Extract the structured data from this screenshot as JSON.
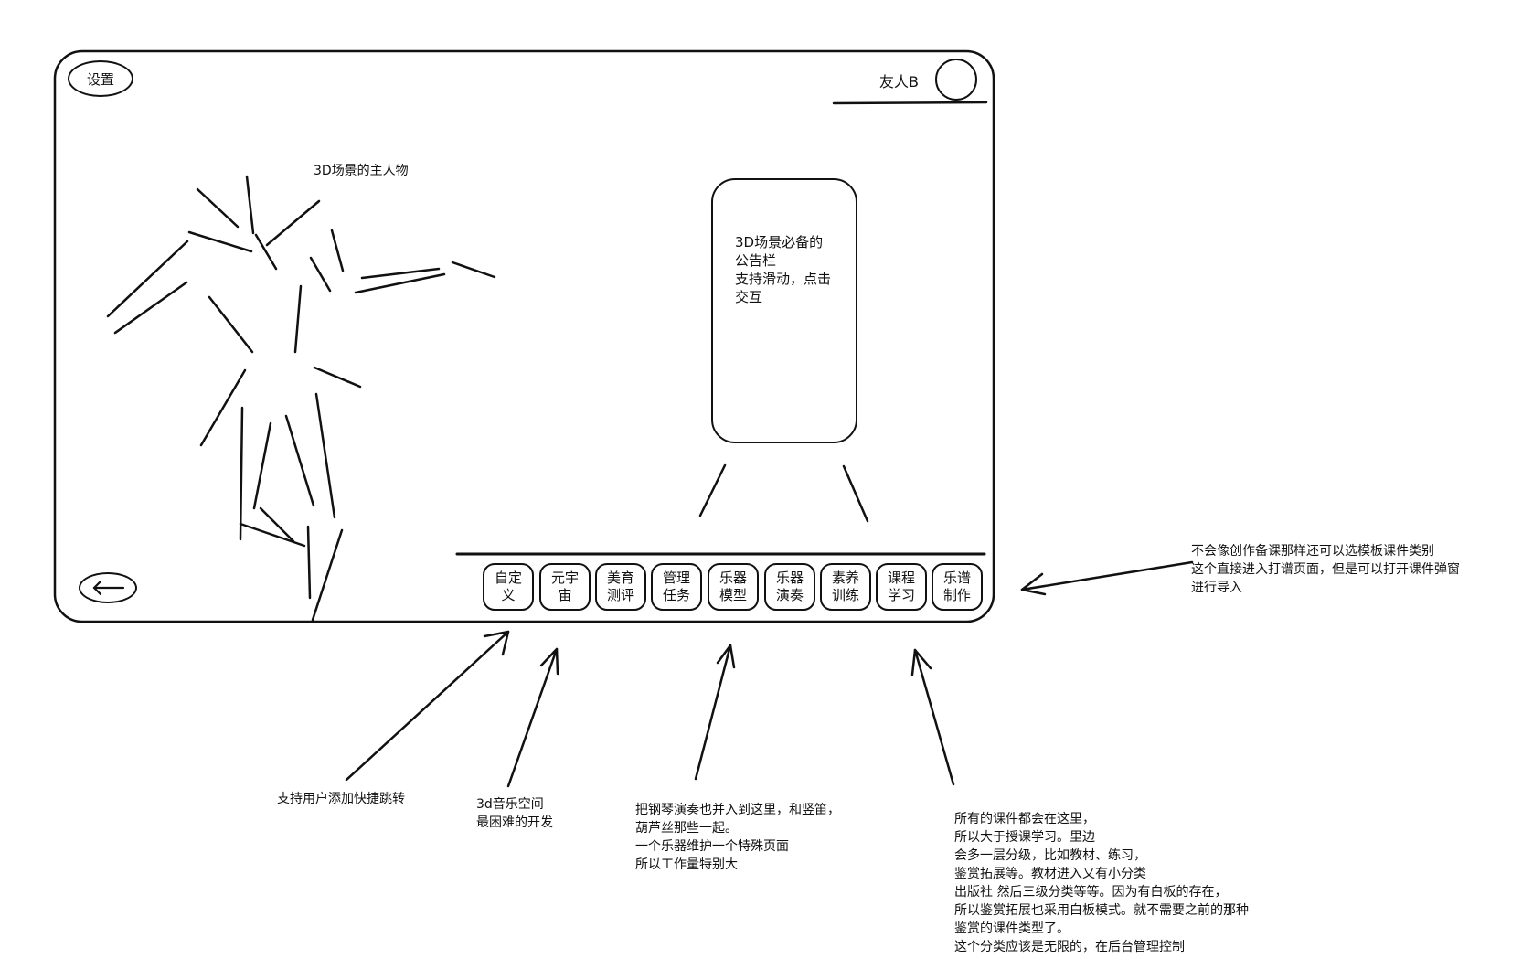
{
  "header": {
    "settings_label": "设置",
    "friend_name": "友人B"
  },
  "scene": {
    "character_label": "3D场景的主人物",
    "bulletin_text": "3D场景必备的\n公告栏\n支持滑动，点击\n交互"
  },
  "toolbar": {
    "buttons": [
      {
        "label": "自定\n义"
      },
      {
        "label": "元宇\n宙"
      },
      {
        "label": "美育\n测评"
      },
      {
        "label": "管理\n任务"
      },
      {
        "label": "乐器\n模型"
      },
      {
        "label": "乐器\n演奏"
      },
      {
        "label": "素养\n训练"
      },
      {
        "label": "课程\n学习"
      },
      {
        "label": "乐谱\n制作"
      }
    ]
  },
  "annotations": {
    "custom": "支持用户添加快捷跳转",
    "metaverse": "3d音乐空间\n最困难的开发",
    "instruments": "把钢琴演奏也并入到这里，和竖笛，\n葫芦丝那些一起。\n一个乐器维护一个特殊页面\n所以工作量特别大",
    "courses": "所有的课件都会在这里，\n所以大于授课学习。里边\n会多一层分级，比如教材、练习，\n鉴赏拓展等。教材进入又有小分类\n出版社 然后三级分类等等。因为有白板的存在，\n所以鉴赏拓展也采用白板模式。就不需要之前的那种\n鉴赏的课件类型了。\n这个分类应该是无限的，在后台管理控制",
    "score": "不会像创作备课那样还可以选模板课件类别\n这个直接进入打谱页面，但是可以打开课件弹窗\n进行导入"
  }
}
